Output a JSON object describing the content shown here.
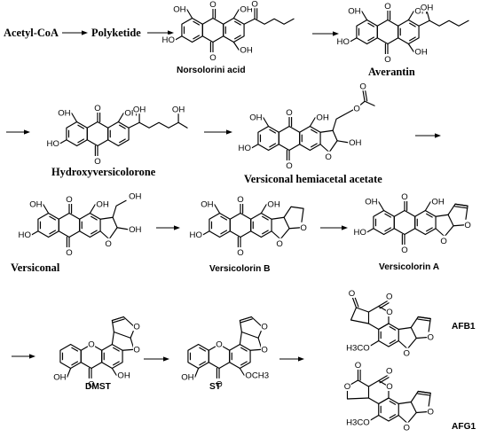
{
  "pathway": {
    "labels": {
      "acetyl_coa": "Acetyl-CoA",
      "polyketide": "Polyketide",
      "norsolorinic_acid": "Norsolorini acid",
      "averantin": "Averantin",
      "hydroxyversicolorone": "Hydroxyversicolorone",
      "versiconal_hemiacetal_acetate": "Versiconal hemiacetal acetate",
      "versiconal": "Versiconal",
      "versicolorin_b": "Versicolorin B",
      "versicolorin_a": "Versicolorin A",
      "dmst": "DMST",
      "st": "ST",
      "afb1": "AFB1",
      "afg1": "AFG1"
    },
    "atoms": {
      "O": "O",
      "OH": "OH",
      "HO": "HO",
      "OCH3": "OCH3",
      "H3CO": "H3CO"
    }
  }
}
